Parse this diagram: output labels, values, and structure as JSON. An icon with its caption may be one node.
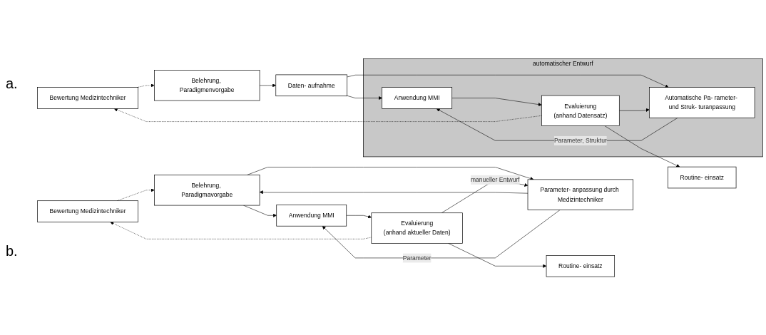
{
  "diagram": {
    "nodes": [
      {
        "text": [
          "Bewertung Medizintechniker"
        ]
      },
      {
        "text": [
          "Belehrung, Paradigmavorgabe"
        ]
      },
      {
        "text": [
          "Parameter- anpassung durch Medizintechniker"
        ]
      },
      {
        "text": [
          "Anwendung MMI"
        ]
      },
      {
        "text": [
          "Evaluierung",
          "(anhand aktueller Daten)"
        ]
      },
      {
        "text": [
          "Routine- einsatz"
        ]
      },
      {
        "text": [
          "Bewertung Medizintechniker"
        ]
      },
      {
        "text": [
          "Belehrung, Paradigmenvorgabe"
        ]
      },
      {
        "text": [
          "Daten- aufnahme"
        ]
      },
      {
        "text": [
          "automatischer Entwurf"
        ]
      },
      {
        "text": [
          "Automatische Pa- rameter- und Struk- turanpassung"
        ],
        "in": 9
      },
      {
        "text": [
          "Anwendung MMI"
        ],
        "in": 9
      },
      {
        "text": [
          "Evaluierung",
          "(anhand Datensatz)"
        ],
        "in": 9
      },
      {
        "text": [
          "Routine- einsatz"
        ]
      }
    ],
    "edges": [
      {
        "from": 0,
        "to": 1,
        "arrow": "to",
        "style": "dashed"
      },
      {
        "from": 1,
        "to": 3,
        "arrow": "to"
      },
      {
        "from": 1,
        "to": 2,
        "arrow": "to"
      },
      {
        "from": 2,
        "to": 1,
        "arrow": "to"
      },
      {
        "from": 2,
        "to": 3,
        "arrow": "to",
        "label": "Parameter"
      },
      {
        "from": 3,
        "to": 4,
        "arrow": "to"
      },
      {
        "from": 4,
        "to": 2,
        "arrow": "to",
        "label": "manueller Entwurf"
      },
      {
        "from": 4,
        "to": 5,
        "arrow": "to"
      },
      {
        "from": 4,
        "to": 0,
        "arrow": "to",
        "style": "dashed"
      },
      {
        "from": 6,
        "to": 7,
        "arrow": "to",
        "style": "dashed"
      },
      {
        "from": 7,
        "to": 8,
        "arrow": "to"
      },
      {
        "from": 8,
        "to": 11,
        "arrow": "to"
      },
      {
        "from": 8,
        "to": 10,
        "arrow": "to"
      },
      {
        "from": 10,
        "to": 11,
        "arrow": "to",
        "label": "Parameter, Struktur"
      },
      {
        "from": 11,
        "to": 12,
        "arrow": "to"
      },
      {
        "from": 12,
        "to": 10,
        "arrow": "to"
      },
      {
        "from": 12,
        "to": 13,
        "arrow": "to"
      },
      {
        "from": 12,
        "to": 6,
        "arrow": "to",
        "style": "dashed"
      }
    ],
    "labels": [
      "a.",
      "b."
    ]
  }
}
